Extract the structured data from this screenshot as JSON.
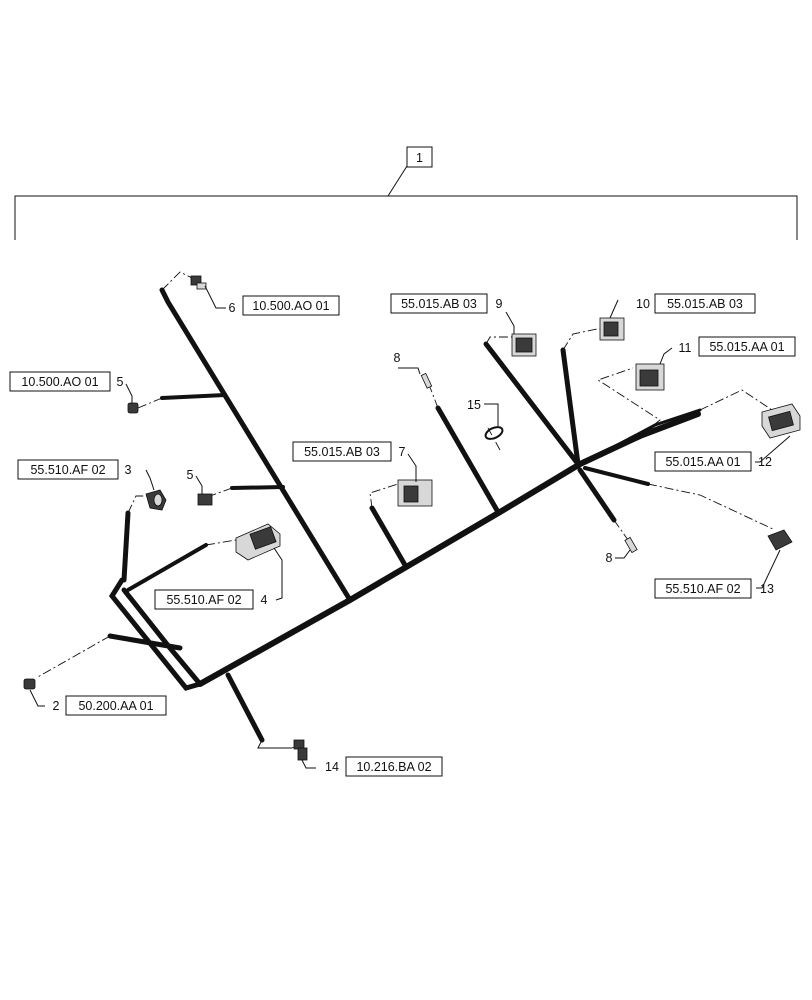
{
  "assembly": {
    "item": "1"
  },
  "callouts": [
    {
      "id": "c6",
      "item": "6",
      "ref": "10.500.AO 01"
    },
    {
      "id": "c9",
      "item": "9",
      "ref": "55.015.AB 03"
    },
    {
      "id": "c10",
      "item": "10",
      "ref": "55.015.AB 03"
    },
    {
      "id": "c11",
      "item": "11",
      "ref": "55.015.AA 01"
    },
    {
      "id": "c5a",
      "item": "5",
      "ref": "10.500.AO 01"
    },
    {
      "id": "c8a",
      "item": "8",
      "ref": ""
    },
    {
      "id": "c15",
      "item": "15",
      "ref": ""
    },
    {
      "id": "c7",
      "item": "7",
      "ref": "55.015.AB 03"
    },
    {
      "id": "c3",
      "item": "3",
      "ref": "55.510.AF 02"
    },
    {
      "id": "c5b",
      "item": "5",
      "ref": ""
    },
    {
      "id": "c12",
      "item": "12",
      "ref": "55.015.AA 01"
    },
    {
      "id": "c4",
      "item": "4",
      "ref": "55.510.AF 02"
    },
    {
      "id": "c8b",
      "item": "8",
      "ref": ""
    },
    {
      "id": "c13",
      "item": "13",
      "ref": "55.510.AF 02"
    },
    {
      "id": "c2",
      "item": "2",
      "ref": "50.200.AA 01"
    },
    {
      "id": "c14",
      "item": "14",
      "ref": "10.216.BA 02"
    }
  ]
}
